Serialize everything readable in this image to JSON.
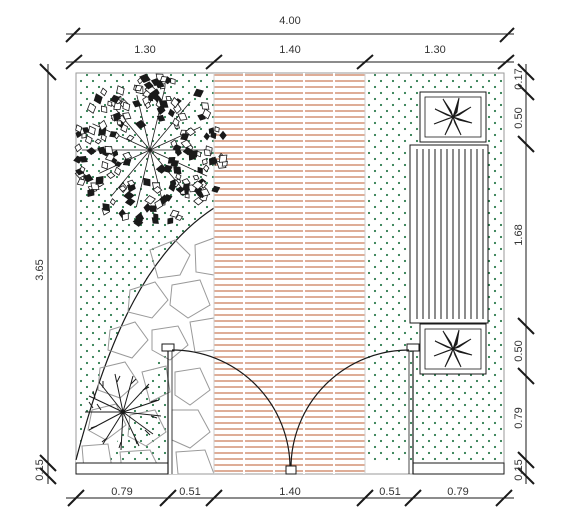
{
  "dimensions": {
    "top_total": "4.00",
    "top_segments": [
      "1.30",
      "1.40",
      "1.30"
    ],
    "bottom_segments": [
      "0.79",
      "0.51",
      "1.40",
      "0.51",
      "0.79"
    ],
    "left_total": "3.65",
    "left_bottom": "0.15",
    "right_segments": [
      "0.17",
      "0.50",
      "1.68",
      "0.50",
      "0.79",
      "0.15"
    ]
  },
  "colors": {
    "line": "#1a1a1a",
    "deck_stripe": "#d08a6a",
    "grass_dot": "#2e7d4f",
    "dimension": "#333333"
  },
  "icons": [
    "tree-canopy-icon",
    "palm-plant-icon",
    "potted-plant-icon",
    "bench-icon",
    "gate-hinge-icon"
  ]
}
